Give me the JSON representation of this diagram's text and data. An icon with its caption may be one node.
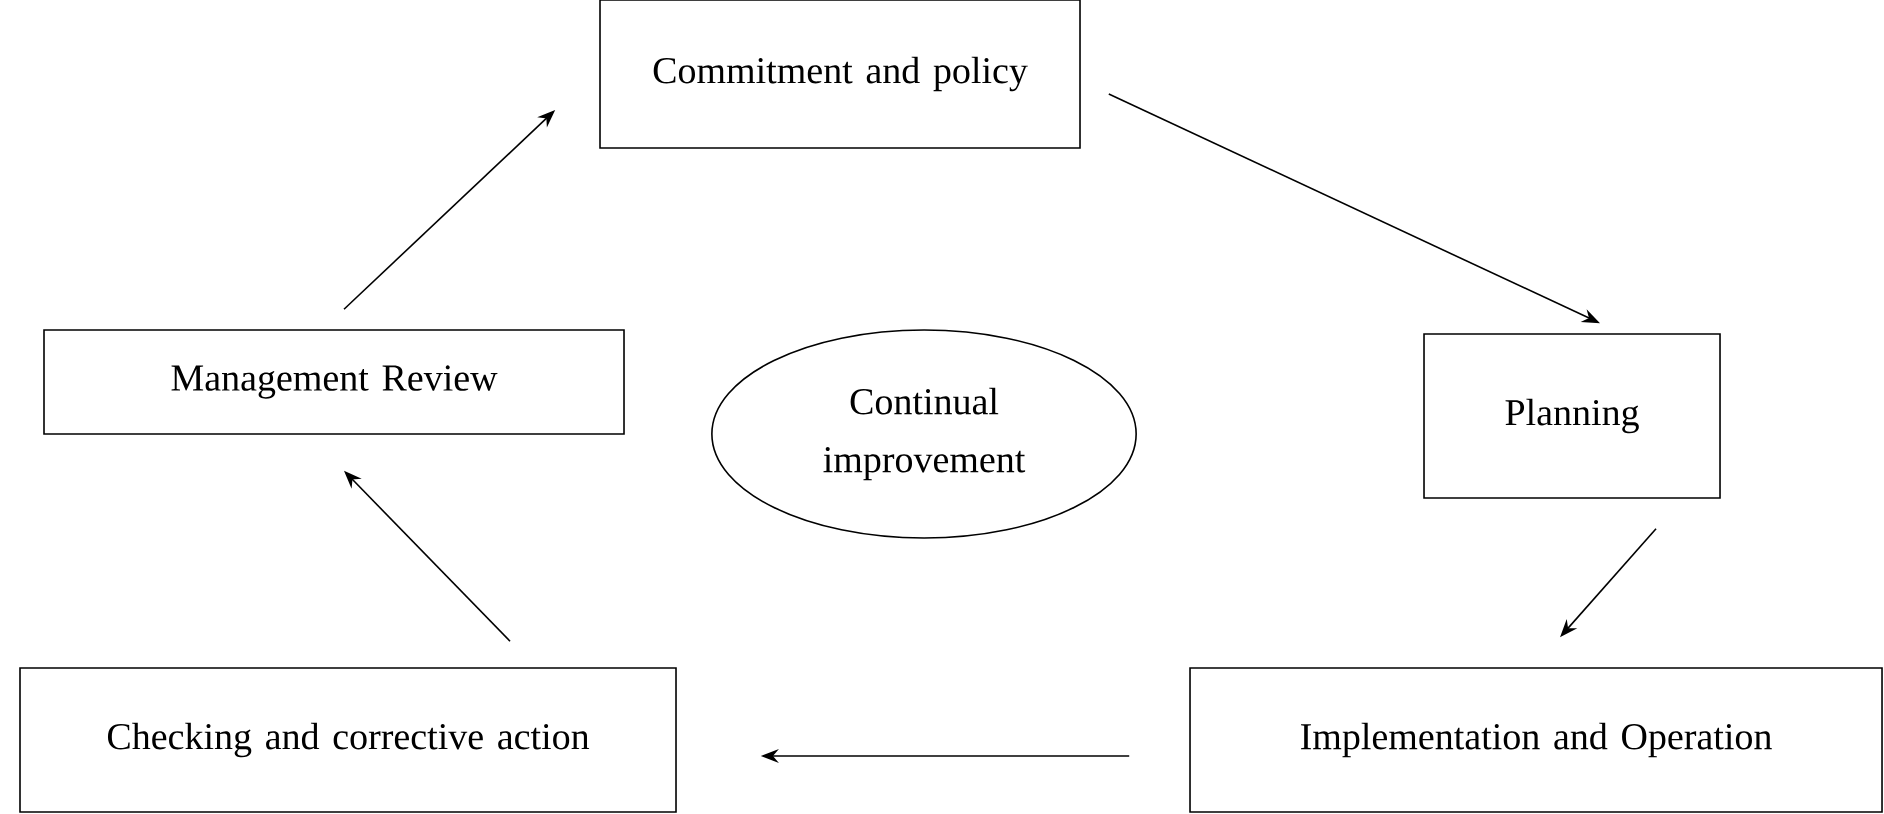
{
  "diagram": {
    "nodes": [
      {
        "text": [
          "Commitment and policy"
        ]
      },
      {
        "text": [
          "Planning"
        ]
      },
      {
        "text": [
          "Implementation and Operation"
        ]
      },
      {
        "text": [
          "Checking and corrective action"
        ]
      },
      {
        "text": [
          "Management Review"
        ]
      },
      {
        "text": [
          "Continual improvement"
        ]
      }
    ],
    "edges": [
      {
        "from": 0,
        "to": 1,
        "arrow": "to"
      },
      {
        "from": 1,
        "to": 2,
        "arrow": "to"
      },
      {
        "from": 2,
        "to": 3,
        "arrow": "to"
      },
      {
        "from": 3,
        "to": 4,
        "arrow": "to"
      },
      {
        "from": 4,
        "to": 0,
        "arrow": "to"
      }
    ]
  }
}
